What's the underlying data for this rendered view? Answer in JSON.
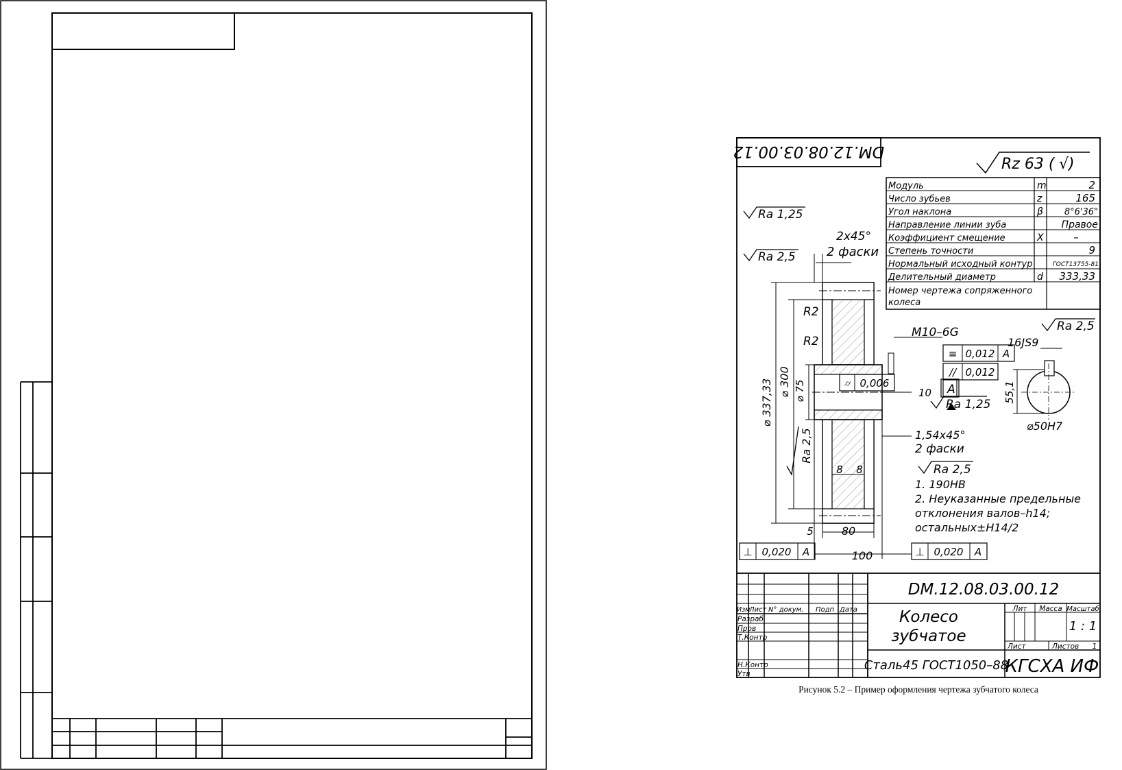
{
  "left_form": {
    "title_block_cells": []
  },
  "drawing": {
    "rotated_code": "DM.12.08.03.00.12",
    "general_roughness": "Rz 63 (",
    "general_roughness_check": "√)",
    "params": [
      {
        "label": "Модуль",
        "symbol": "m",
        "value": "2"
      },
      {
        "label": "Число зубьев",
        "symbol": "z",
        "value": "165"
      },
      {
        "label": "Угол наклона",
        "symbol": "β",
        "value": "8°6'36\""
      },
      {
        "label": "Направление линии зуба",
        "symbol": "",
        "value": "Правое"
      },
      {
        "label": "Коэффициент смещение",
        "symbol": "X",
        "value": "–"
      },
      {
        "label": "Степень точности",
        "symbol": "",
        "value": "9"
      },
      {
        "label": "Нормальный исходный контур",
        "symbol": "",
        "value": "ГОСТ13755-81"
      },
      {
        "label": "Делительный диаметр",
        "symbol": "d",
        "value": "333,33"
      }
    ],
    "mating_label_1": "Номер чертежа сопряженного",
    "mating_label_2": "колеса",
    "dims": {
      "ra125_top": "Ra 1,25",
      "ra25_top": "Ra 2,5",
      "chamfer1": "2x45°",
      "chamfer1_note": "2 фаски",
      "r2a": "R2",
      "r2b": "R2",
      "d_outer": "⌀ 337,33",
      "d_300": "⌀ 300",
      "d_75": "⌀ 75",
      "datum": "A",
      "ra25_left": "Ra 2,5",
      "m10": "M10–6G",
      "tol1_val": "0,012",
      "tol1_datum": "A",
      "tol2_val": "0,012",
      "runout_val": "0,006",
      "dim_10": "10",
      "ra125_mid": "Ra 1,25",
      "chamfer2": "1,54x45°",
      "chamfer2_note": "2 фаски",
      "ra25_mid": "Ra 2,5",
      "dim_8a": "8",
      "dim_8b": "8",
      "dim_5": "5",
      "dim_80": "80",
      "dim_100": "100",
      "perp_left_val": "0,020",
      "perp_left_datum": "A",
      "perp_right_val": "0,020",
      "perp_right_datum": "A",
      "keyway": "16JS9",
      "ra25_key": "Ra 2,5",
      "dim_551": "55,1",
      "shaft_d": "⌀50H7"
    },
    "notes": [
      "1. 190HB",
      "2. Неуказанные предельные",
      "отклонения валов–h14;",
      "остальных±H14/2"
    ],
    "stamp": {
      "code": "DM.12.08.03.00.12",
      "title_1": "Колесо",
      "title_2": "зубчатое",
      "material": "Сталь45 ГОСТ1050–88",
      "org": "КГСХА ИФ",
      "lit": "Лит",
      "mass": "Масса",
      "scale_label": "Масштаб",
      "scale": "1 : 1",
      "sheet": "Лист",
      "sheets": "Листов",
      "sheets_n": "1",
      "col_izm": "Изм",
      "col_list": "Лист",
      "col_doc": "N° докум.",
      "col_sign": "Подп",
      "col_date": "Дата",
      "razrab": "Разраб",
      "prov": "Пров",
      "tkontr": "Т.Контр",
      "nkontr": "Н.Контр",
      "utv": "Утв"
    },
    "caption": "Рисунок 5.2 – Пример оформления чертежа зубчатого колеса"
  }
}
